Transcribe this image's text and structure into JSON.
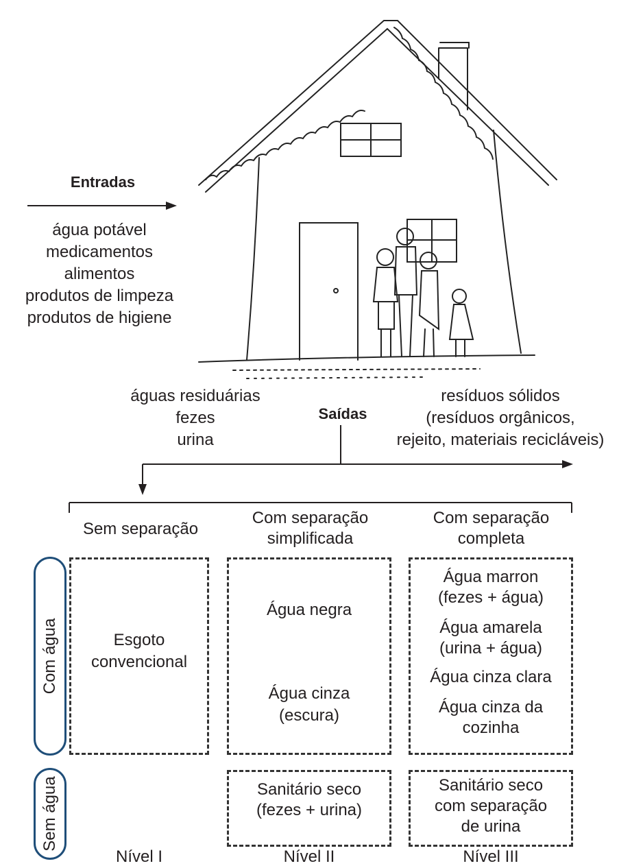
{
  "inputs": {
    "heading": "Entradas",
    "items": [
      "água potável",
      "medicamentos",
      "alimentos",
      "produtos de limpeza",
      "produtos de higiene"
    ]
  },
  "outputs": {
    "heading": "Saídas",
    "left_items": [
      "águas residuárias",
      "fezes",
      "urina"
    ],
    "right_items": [
      "resíduos sólidos",
      "(resíduos orgânicos,",
      "rejeito, materiais recicláveis)"
    ]
  },
  "columns": [
    {
      "header": [
        "Sem separação"
      ],
      "level": "Nível I"
    },
    {
      "header": [
        "Com separação",
        "simplificada"
      ],
      "level": "Nível II"
    },
    {
      "header": [
        "Com separação",
        "completa"
      ],
      "level": "Nível III"
    }
  ],
  "rows": {
    "with_water": "Com água",
    "without_water": "Sem água"
  },
  "cells": {
    "level1_water": [
      "Esgoto",
      "convencional"
    ],
    "level2_water_a": [
      "Água negra"
    ],
    "level2_water_b": [
      "Água cinza",
      "(escura)"
    ],
    "level3_water_a": [
      "Água marron",
      "(fezes + água)"
    ],
    "level3_water_b": [
      "Água amarela",
      "(urina + água)"
    ],
    "level3_water_c": [
      "Água cinza clara"
    ],
    "level3_water_d": [
      "Água cinza da",
      "cozinha"
    ],
    "level2_dry": [
      "Sanitário seco",
      "(fezes + urina)"
    ],
    "level3_dry": [
      "Sanitário seco",
      "com separação",
      "de urina"
    ]
  },
  "colors": {
    "row_label_border": "#1f4e79",
    "text": "#231f20"
  }
}
